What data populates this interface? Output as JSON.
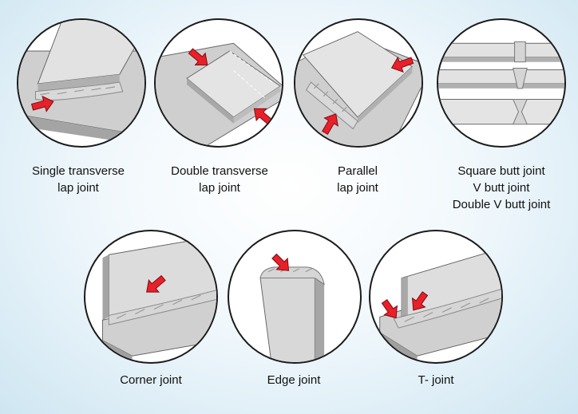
{
  "diagram": {
    "joints": [
      {
        "id": "single-transverse-lap",
        "caption": [
          "Single transverse",
          "lap joint"
        ]
      },
      {
        "id": "double-transverse-lap",
        "caption": [
          "Double transverse",
          "lap joint"
        ]
      },
      {
        "id": "parallel-lap",
        "caption": [
          "Parallel",
          "lap joint"
        ]
      },
      {
        "id": "butt-joints",
        "caption": [
          "Square butt joint",
          "V butt joint",
          "Double V butt joint"
        ]
      },
      {
        "id": "corner",
        "caption": [
          "Corner joint"
        ]
      },
      {
        "id": "edge",
        "caption": [
          "Edge joint"
        ]
      },
      {
        "id": "t-joint",
        "caption": [
          "T- joint"
        ]
      }
    ],
    "colors": {
      "arrow": "#e8202a",
      "plate_light": "#e4e4e4",
      "plate_mid": "#c8c8c8",
      "plate_dark": "#9c9c9c",
      "outline": "#1b1b1b",
      "weld": "#d6d6d6"
    }
  }
}
